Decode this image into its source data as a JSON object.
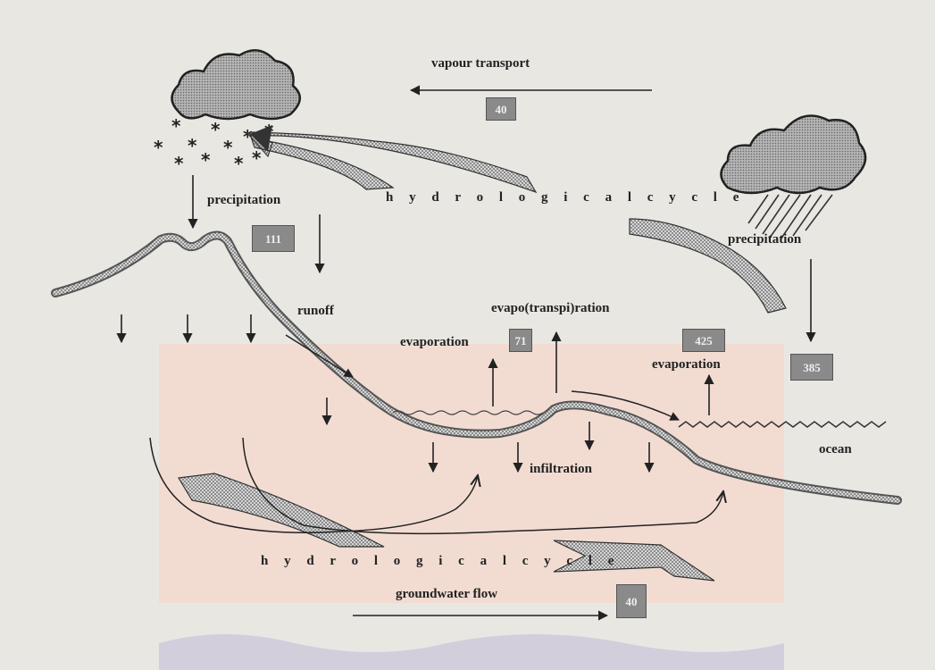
{
  "labels": {
    "vapour_transport": "vapour transport",
    "hydrological_cycle_top": "h y d r o l o g i c a l   c y c l e",
    "hydrological_cycle_bottom": "h y d r o l o g i c a l   c y c l e",
    "precipitation_land": "precipitation",
    "precipitation_ocean": "precipitation",
    "runoff": "runoff",
    "evaporation_land": "evaporation",
    "evapotranspiration": "evapo(transpi)ration",
    "evaporation_ocean": "evaporation",
    "infiltration": "infiltration",
    "ocean": "ocean",
    "groundwater_flow": "groundwater flow"
  },
  "values": {
    "vapour_transport": "40",
    "precipitation_land": "111",
    "evapotranspiration": "71",
    "evaporation_ocean": "425",
    "precipitation_ocean": "385",
    "groundwater_flow": "40"
  },
  "colors": {
    "background": "#e9e7e2",
    "groundwater_zone": "#f3d9cf",
    "ground_band": "#6a6a6a",
    "cloud_fill": "#b5b5b5",
    "value_box": "#8a8a8a"
  },
  "icons": [
    "snow-cloud-icon",
    "rain-cloud-icon",
    "snowflake-icon"
  ]
}
